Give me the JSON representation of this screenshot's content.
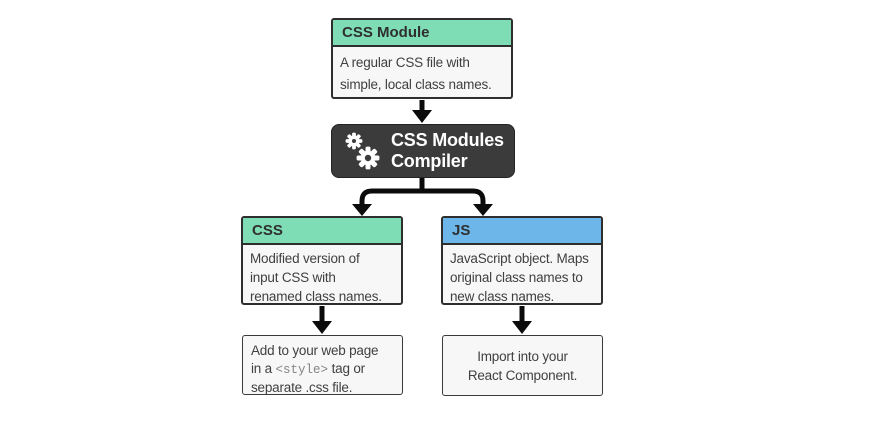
{
  "colors": {
    "header_green": "#7eddb5",
    "header_blue": "#6cb6ea",
    "compiler_dark": "#3b3b3b",
    "box_background": "#f7f7f7",
    "box_border": "#2e2e2e",
    "arrow_black": "#0b0b0b",
    "code_gray": "#858585"
  },
  "nodes": {
    "css_module": {
      "header": "CSS Module",
      "body": "A regular CSS file with\nsimple, local class names."
    },
    "compiler": {
      "title": "CSS Modules\nCompiler",
      "icon": "gears-icon"
    },
    "css": {
      "header": "CSS",
      "body": "Modified version of\ninput CSS with\nrenamed class names."
    },
    "js": {
      "header": "JS",
      "body": "JavaScript object. Maps\noriginal class names to\nnew class names."
    },
    "css_usage": {
      "text_before": "Add to your web page\nin a ",
      "code": "<style>",
      "text_after": " tag or\nseparate .css file."
    },
    "js_usage": {
      "text": "Import into your\nReact Component."
    }
  }
}
